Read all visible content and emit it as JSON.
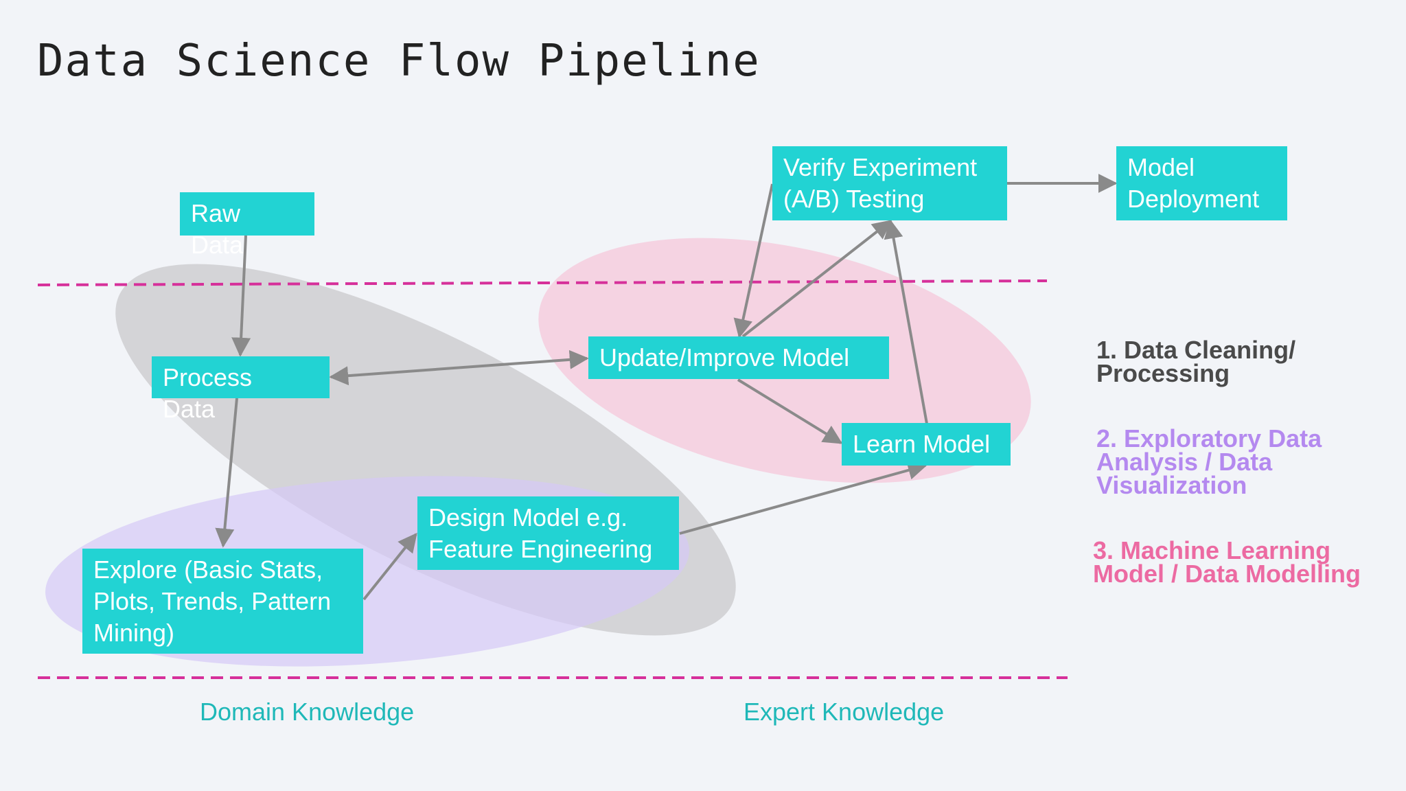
{
  "title": "Data Science Flow Pipeline",
  "colors": {
    "node_fill": "#22d3d3",
    "node_text": "#ffffff",
    "arrow": "#8a8a8a",
    "divider": "#d6309a",
    "region_cleaning": "#c9c9cc",
    "region_eda": "#d6c9f7",
    "region_ml": "#f5cadc",
    "legend_cleaning": "#4a4a4a",
    "legend_eda": "#b489ef",
    "legend_ml": "#ec6aa2",
    "footer_text": "#1fb8b8"
  },
  "nodes": {
    "raw": [
      "Raw",
      "Data"
    ],
    "process": [
      "Process",
      "Data"
    ],
    "explore": [
      "Explore (Basic Stats,",
      "Plots, Trends, Pattern",
      "Mining)"
    ],
    "design": [
      "Design Model e.g.",
      "Feature Engineering"
    ],
    "update": [
      "Update/Improve Model"
    ],
    "learn": [
      "Learn Model"
    ],
    "verify": [
      "Verify Experiment",
      "(A/B) Testing"
    ],
    "deploy": [
      "Model",
      "Deployment"
    ]
  },
  "legend": {
    "cleaning": [
      "1. Data Cleaning/",
      "Processing"
    ],
    "eda": [
      "2. Exploratory Data",
      "Analysis / Data",
      "Visualization"
    ],
    "ml": [
      "3. Machine Learning",
      "Model / Data Modelling"
    ]
  },
  "footer": {
    "domain": "Domain Knowledge",
    "expert": "Expert Knowledge"
  }
}
